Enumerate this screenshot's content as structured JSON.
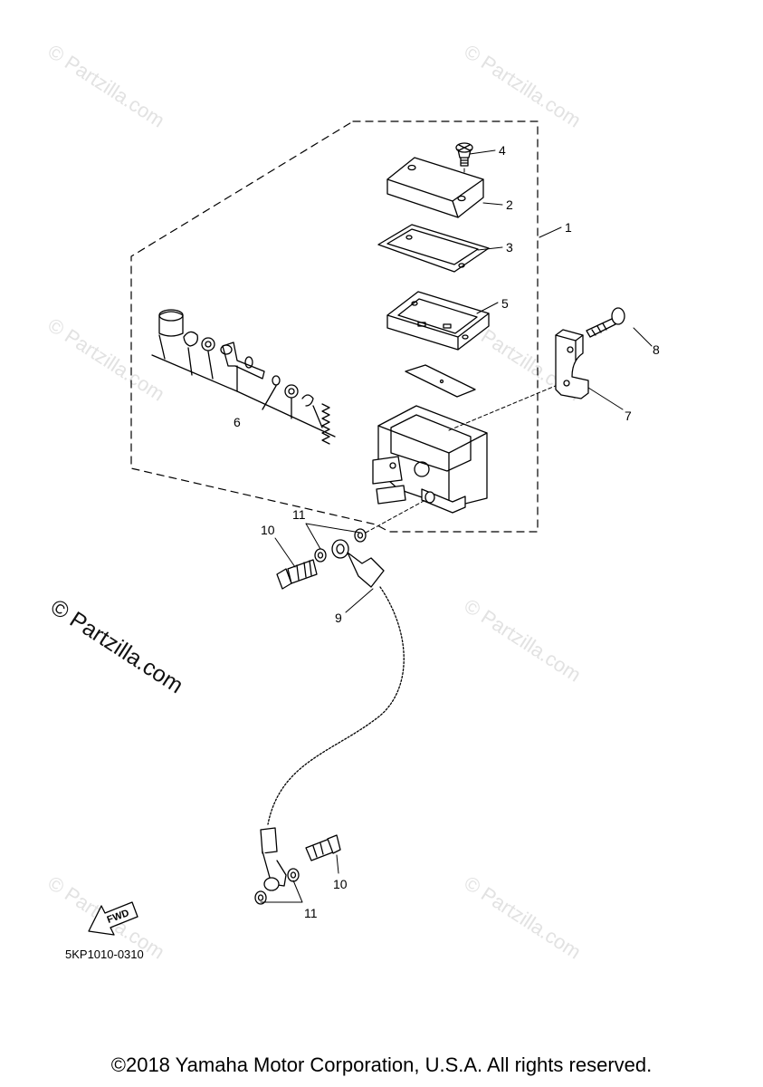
{
  "callouts": {
    "c1": "1",
    "c2": "2",
    "c3": "3",
    "c4": "4",
    "c5": "5",
    "c6": "6",
    "c7": "7",
    "c8": "8",
    "c9": "9",
    "c10a": "10",
    "c10b": "10",
    "c11a": "11",
    "c11b": "11"
  },
  "fwd_label": "FWD",
  "drawing_code": "5KP1010-0310",
  "watermark_text": "© Partzilla.com",
  "copyright": "©2018 Yamaha Motor Corporation, U.S.A. All rights reserved."
}
